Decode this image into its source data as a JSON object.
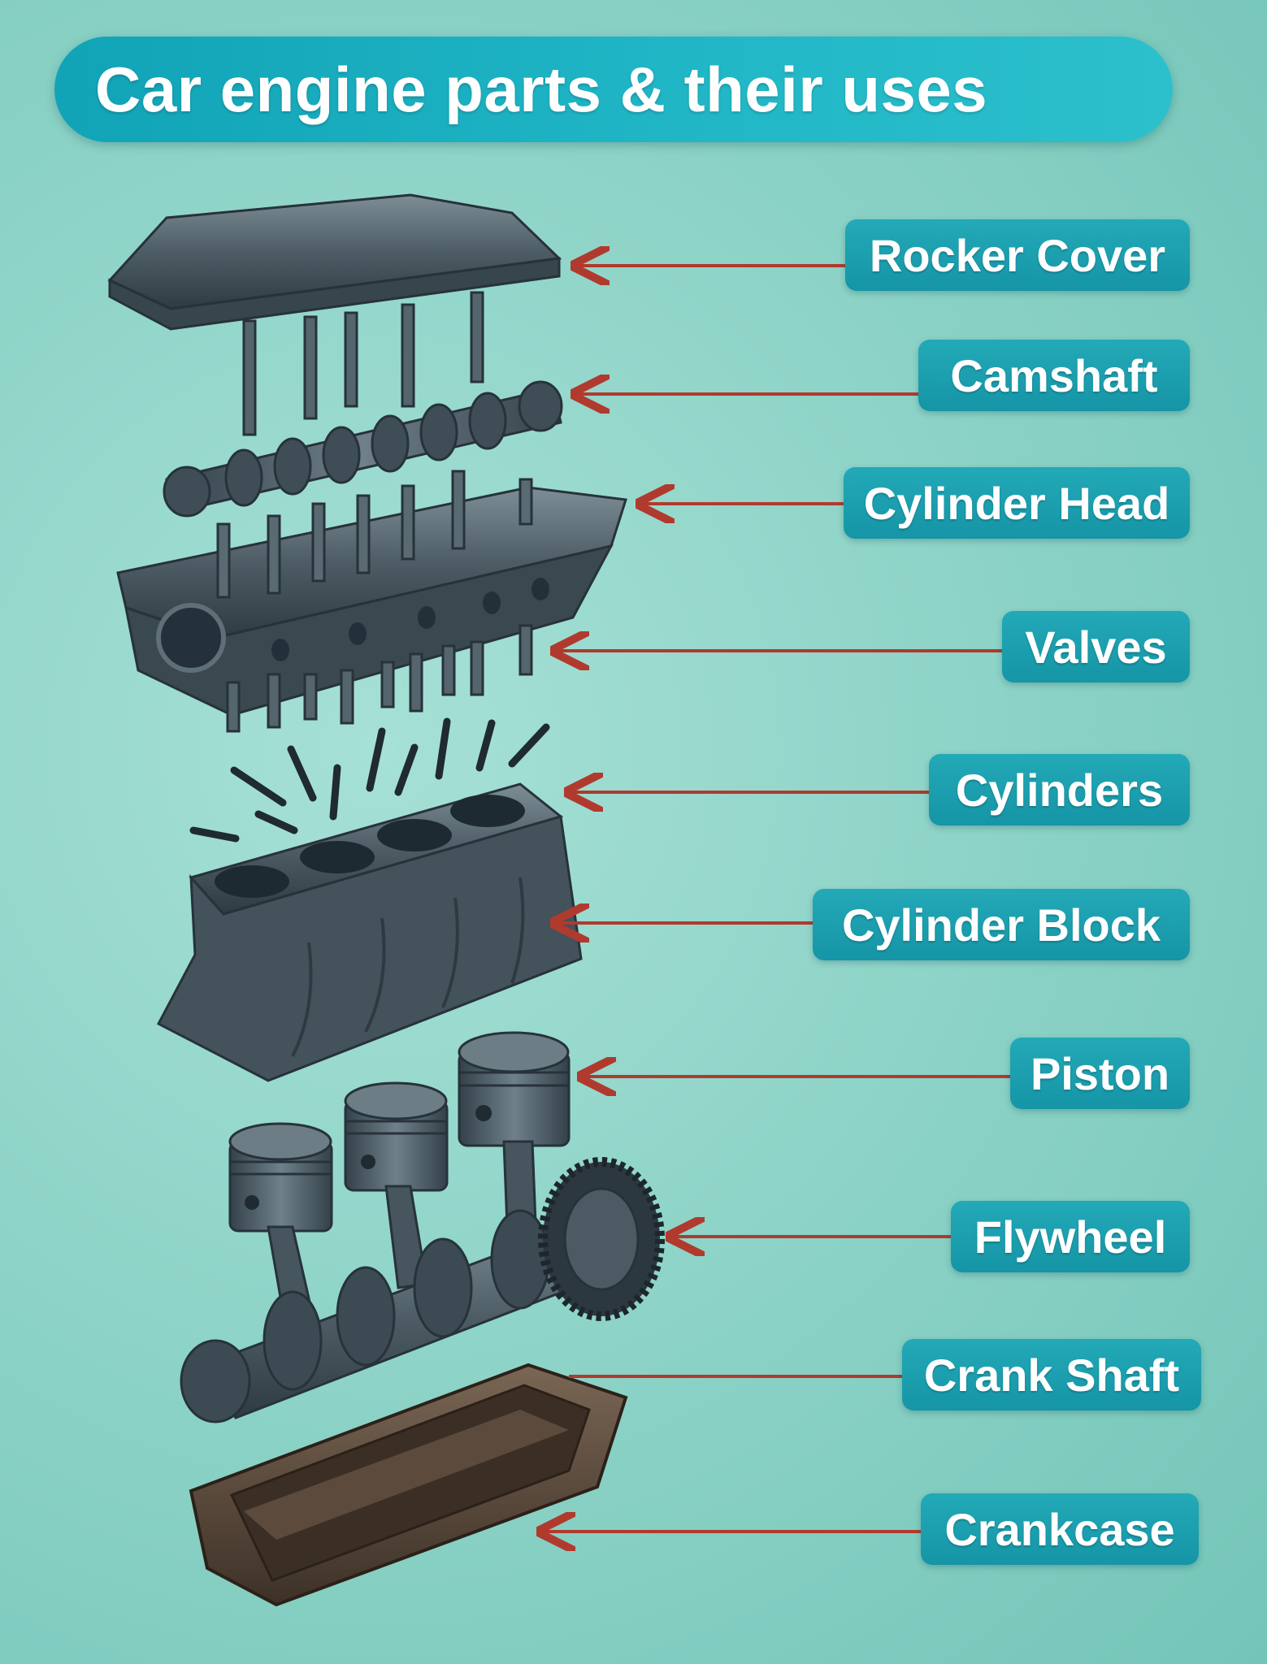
{
  "title": "Car engine parts & their uses",
  "colors": {
    "background": "#8fd4c8",
    "title_bar": "#17a9b9",
    "label_fill": "#1a9eae",
    "label_text": "#ffffff",
    "arrow": "#b03a2e",
    "metal": "#4a5a63",
    "pan": "#5a4a3a"
  },
  "parts": [
    {
      "label": "Rocker Cover"
    },
    {
      "label": "Camshaft"
    },
    {
      "label": "Cylinder Head"
    },
    {
      "label": "Valves"
    },
    {
      "label": "Cylinders"
    },
    {
      "label": "Cylinder Block"
    },
    {
      "label": "Piston"
    },
    {
      "label": "Flywheel"
    },
    {
      "label": "Crank Shaft"
    },
    {
      "label": "Crankcase"
    }
  ]
}
